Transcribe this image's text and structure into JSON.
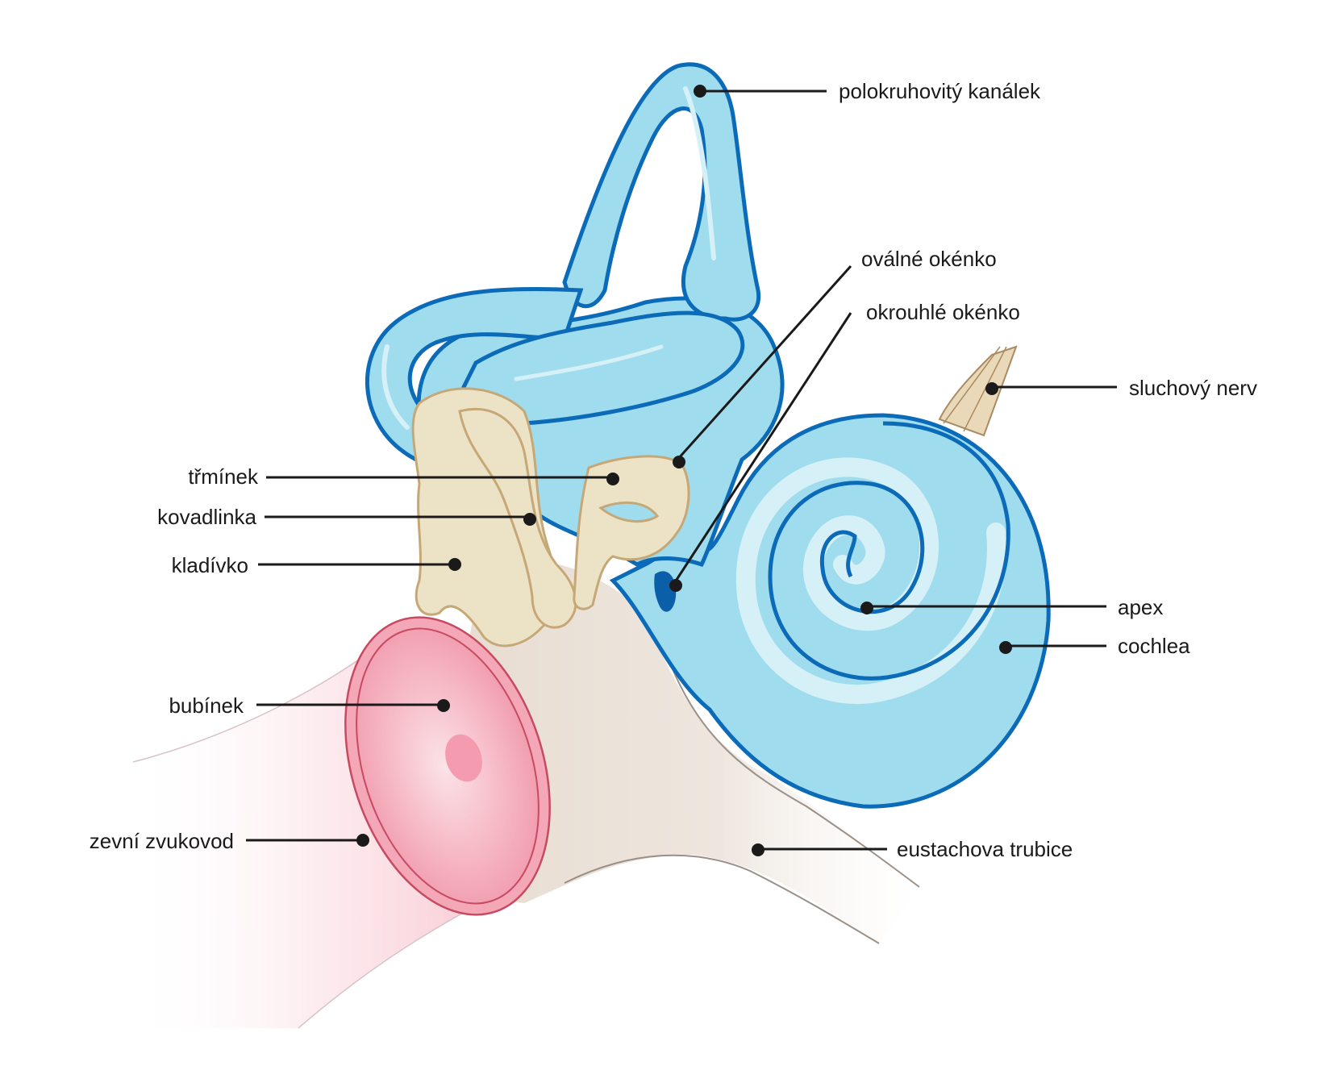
{
  "labels": {
    "semicircular_canal": "polokruhovitý kanálek",
    "oval_window": "oválné okénko",
    "round_window": "okrouhlé okénko",
    "auditory_nerve": "sluchový nerv",
    "stapes": "třmínek",
    "incus": "kovadlinka",
    "malleus": "kladívko",
    "apex": "apex",
    "cochlea": "cochlea",
    "eardrum": "bubínek",
    "ear_canal": "zevní zvukovod",
    "eustachian_tube": "eustachova trubice"
  },
  "colors": {
    "labyrinth_fill": "#9fdcee",
    "labyrinth_stroke": "#0b6bb8",
    "labyrinth_highlight": "#d6f0f7",
    "ossicle_fill": "#ece2c6",
    "ossicle_stroke": "#c6a877",
    "eardrum_fill": "#f5b3c0",
    "eardrum_stroke": "#c84a62",
    "tissue_fill": "#ece4dc",
    "leader_line": "#1a1a1a"
  }
}
